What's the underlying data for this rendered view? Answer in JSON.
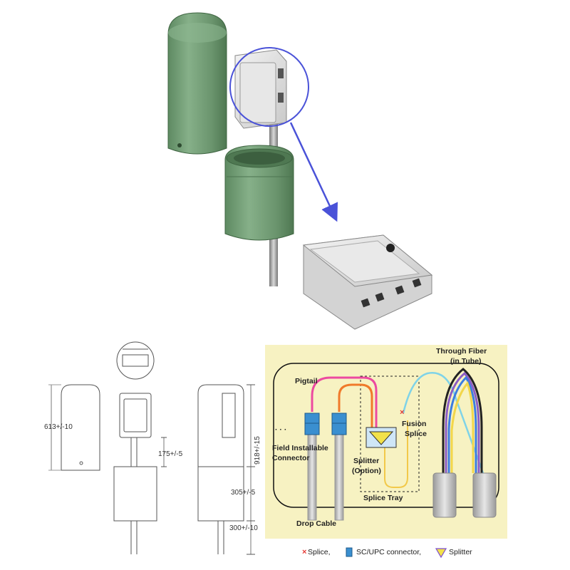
{
  "dimensions": {
    "cover_height": "613+/-10",
    "box_offset": "175+/-5",
    "total_height": "918+/-15",
    "base_height": "305+/-5",
    "pole_length": "300+/-10"
  },
  "schematic": {
    "labels": {
      "through_fiber": "Through Fiber",
      "in_tube": "(in Tube)",
      "pigtail": "Pigtail",
      "ellipsis": "· · ·",
      "fusion": "Fusion",
      "splice": "Splice",
      "field_installable": "Field Installable",
      "connector": "Connector",
      "splitter": "Splitter",
      "option": "(Option)",
      "splice_tray": "Splice Tray",
      "drop_cable": "Drop Cable"
    },
    "legend": {
      "splice": "Splice,",
      "connector": "SC/UPC connector,",
      "splitter": "Splitter"
    }
  },
  "colors": {
    "enclosure_green": "#6f9a72",
    "highlight_ring": "#4a52d8",
    "schematic_bg": "#f7f2c2",
    "pigtail_pink": "#ec4aa0",
    "fiber_orange": "#f07a2a",
    "connector_blue": "#3a8fd0",
    "splitter_yellow": "#f2e14a",
    "splice_red": "#e53935"
  }
}
